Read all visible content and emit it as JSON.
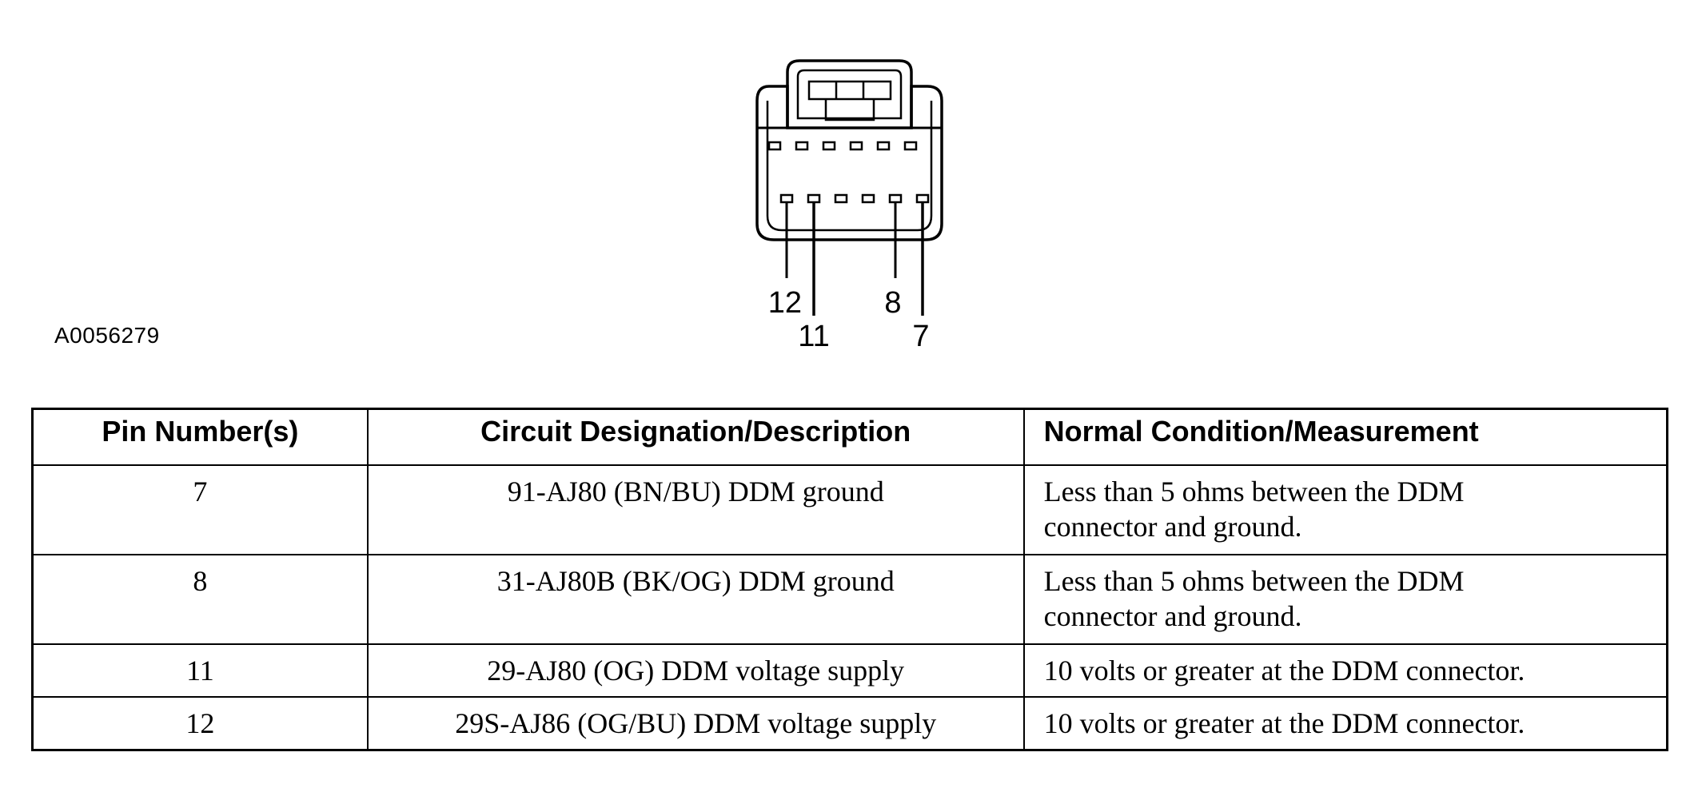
{
  "figure": {
    "id": "A0056279",
    "connector": {
      "pin_labels": [
        "12",
        "11",
        "8",
        "7"
      ]
    }
  },
  "table": {
    "headers": [
      "Pin Number(s)",
      "Circuit Designation/Description",
      "Normal Condition/Measurement"
    ],
    "rows": [
      {
        "pin": "7",
        "circuit": "91-AJ80 (BN/BU) DDM ground",
        "condition_line1": "Less than 5 ohms between the DDM",
        "condition_line2": "connector and ground."
      },
      {
        "pin": "8",
        "circuit": "31-AJ80B (BK/OG) DDM ground",
        "condition_line1": "Less than 5 ohms between the DDM",
        "condition_line2": "connector and ground."
      },
      {
        "pin": "11",
        "circuit": "29-AJ80 (OG) DDM voltage supply",
        "condition_line1": "10 volts or greater at the DDM connector.",
        "condition_line2": ""
      },
      {
        "pin": "12",
        "circuit": "29S-AJ86 (OG/BU) DDM voltage supply",
        "condition_line1": "10 volts or greater at the DDM connector.",
        "condition_line2": ""
      }
    ]
  }
}
